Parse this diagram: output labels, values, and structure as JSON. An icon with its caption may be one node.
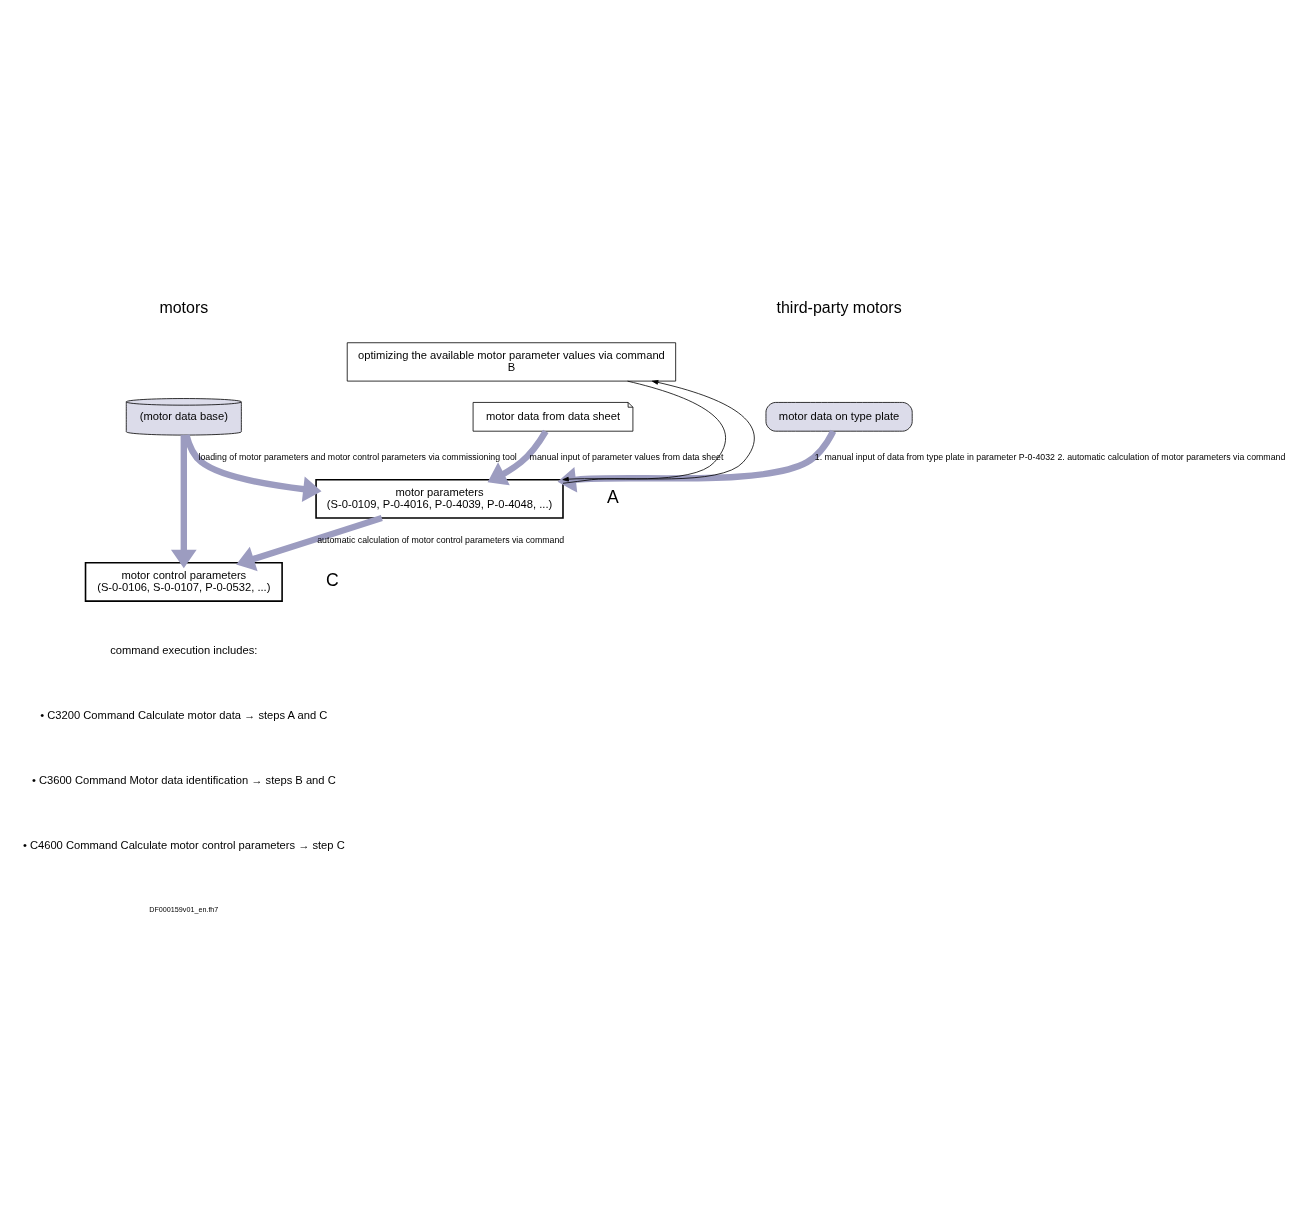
{
  "diagram": {
    "nodes": [
      {
        "text": [
          "motor data on type plate"
        ]
      },
      {
        "text": [
          "motor data from data sheet"
        ]
      },
      {
        "text": [
          "(motor data base)"
        ]
      },
      {
        "text": [
          "motor parameters",
          "(S-0-0109, P-0-4016, P-0-4039, P-0-4048, ...)"
        ]
      },
      {
        "text": [
          "optimizing the available motor parameter values via command",
          "B"
        ]
      },
      {
        "text": [
          "motor control parameters",
          "(S-0-0106, S-0-0107, P-0-0532, ...)"
        ]
      }
    ],
    "edges": [
      {
        "from": 0,
        "to": 3,
        "arrow": "to",
        "label": "1. manual input of data from type plate in parameter P-0-4032 2. automatic calculation of motor parameters via command"
      },
      {
        "from": 1,
        "to": 3,
        "arrow": "to",
        "label": "manual input of parameter values from data sheet"
      },
      {
        "from": 2,
        "to": 3,
        "arrow": "to",
        "label": "loading of motor parameters and motor control parameters via commissioning tool"
      },
      {
        "from": 2,
        "to": 5,
        "arrow": "to"
      },
      {
        "from": 3,
        "to": 4,
        "arrow": "to",
        "color": "#000000"
      },
      {
        "from": 4,
        "to": 3,
        "arrow": "to",
        "color": "#000000"
      },
      {
        "from": 3,
        "to": 5,
        "arrow": "to",
        "label": "automatic calculation of motor control parameters via command"
      }
    ],
    "labels": [
      "third-party motors",
      "motors",
      "A",
      "C",
      "command execution includes:",
      "• C3200 Command Calculate motor data → steps A and C",
      "• C3600 Command Motor data identification → steps B and C",
      "• C4600 Command Calculate motor control parameters → step C",
      "DF000159v01_en.fh7"
    ]
  }
}
